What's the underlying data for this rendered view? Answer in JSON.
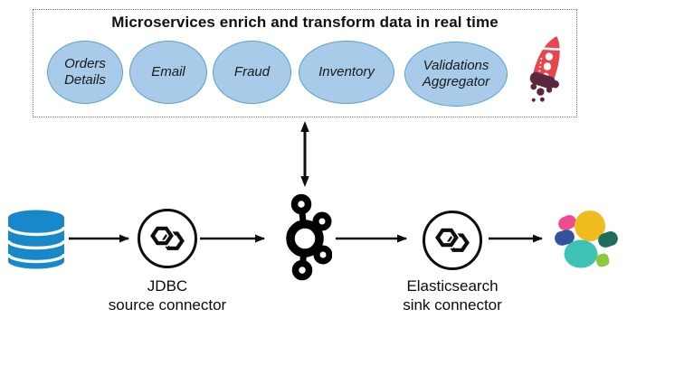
{
  "microservices": {
    "title": "Microservices enrich and transform data in real time",
    "services": [
      {
        "label": "Orders\nDetails"
      },
      {
        "label": "Email"
      },
      {
        "label": "Fraud"
      },
      {
        "label": "Inventory"
      },
      {
        "label": "Validations\nAggregator"
      }
    ]
  },
  "pipeline": {
    "source": {
      "line1": "JDBC",
      "line2": "source connector"
    },
    "sink": {
      "line1": "Elasticsearch",
      "line2": "sink connector"
    },
    "icons": {
      "source_system": "database-icon",
      "source_connector": "kafka-connect-icon",
      "broker": "kafka-icon",
      "sink_connector": "kafka-connect-icon",
      "destination": "elasticsearch-logo",
      "decoration": "rocket-icon"
    }
  },
  "colors": {
    "service_fill": "#A7CBE8",
    "service_border": "#58A2D4",
    "database_blue": "#1788C9",
    "arrow_black": "#0D0D0D",
    "rocket_red": "#E8454D",
    "rocket_dark": "#5B2840",
    "es_pink": "#EE4C92",
    "es_yellow": "#F0BB1E",
    "es_blue": "#33549B",
    "es_teal": "#3EC2B5",
    "es_green_dark": "#1D6E5C",
    "es_green_light": "#8FC73E"
  }
}
